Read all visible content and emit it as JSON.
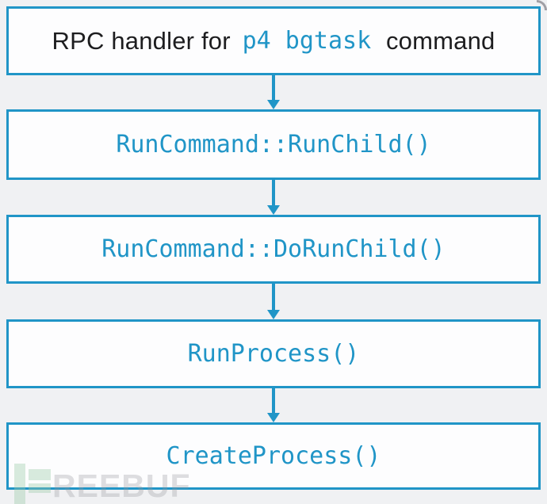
{
  "diagram": {
    "header": {
      "prefix": "RPC handler for ",
      "code": "p4 bgtask",
      "suffix": " command"
    },
    "nodes": [
      {
        "label": "RunCommand::RunChild()"
      },
      {
        "label": "RunCommand::DoRunChild()"
      },
      {
        "label": "RunProcess()"
      },
      {
        "label": "CreateProcess()"
      }
    ],
    "arrows": 4
  },
  "watermark": {
    "logo_icon": "freebuf-f-icon",
    "text": "REEBUF"
  },
  "colors": {
    "accent_blue": "#2095c7",
    "text_dark": "#1d1d1f",
    "box_bg": "#fdfdfe",
    "page_bg": "#f0f1f3",
    "watermark_green": "#d9eadf",
    "watermark_gray": "#e6e6e9"
  }
}
